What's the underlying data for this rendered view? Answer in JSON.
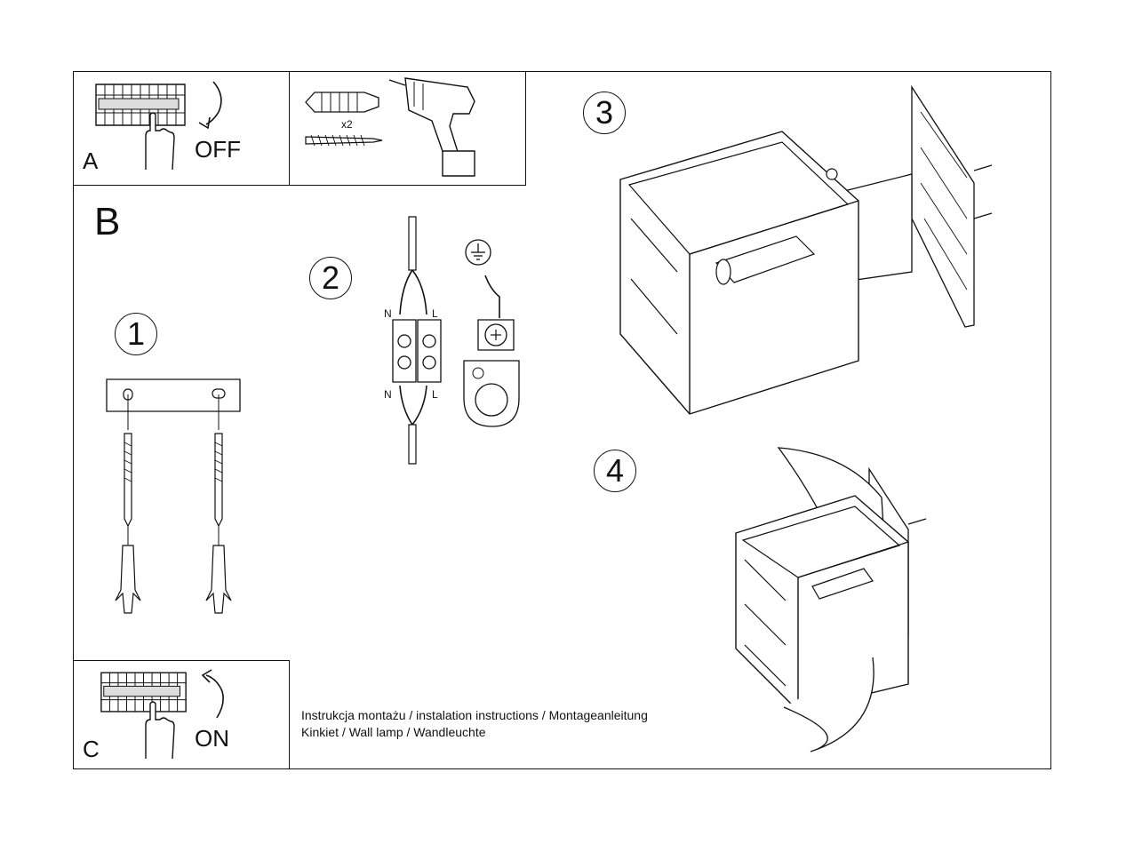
{
  "panels": {
    "a": {
      "letter": "A",
      "action": "OFF"
    },
    "tools": {
      "count": "x2"
    },
    "b": {
      "letter": "B"
    },
    "c": {
      "letter": "C",
      "action": "ON"
    }
  },
  "steps": [
    "1",
    "2",
    "3",
    "4"
  ],
  "wiring": {
    "neutral": "N",
    "live": "L"
  },
  "caption": {
    "line1": "Instrukcja montażu / instalation instructions / Montageanleitung",
    "line2": "Kinkiet / Wall lamp / Wandleuchte"
  }
}
